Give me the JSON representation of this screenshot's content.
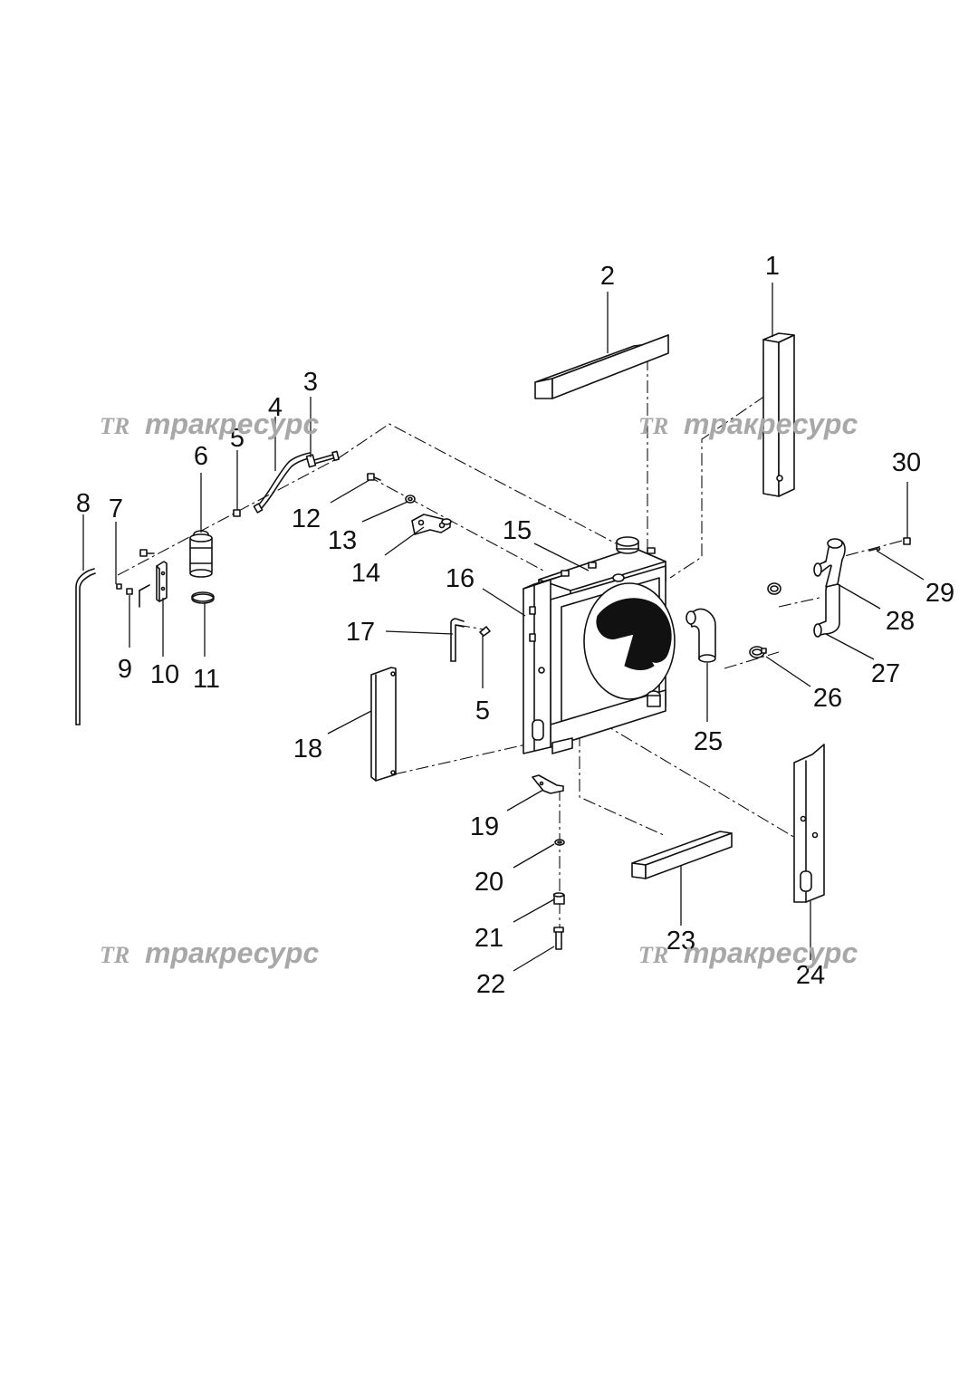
{
  "watermarks": [
    {
      "logo": "TR",
      "text": "тракресурс"
    },
    {
      "logo": "TR",
      "text": "тракресурс"
    },
    {
      "logo": "TR",
      "text": "тракресурс"
    },
    {
      "logo": "TR",
      "text": "тракресурс"
    }
  ],
  "callouts": [
    {
      "label": "1"
    },
    {
      "label": "2"
    },
    {
      "label": "3"
    },
    {
      "label": "4"
    },
    {
      "label": "5"
    },
    {
      "label": "6"
    },
    {
      "label": "7"
    },
    {
      "label": "8"
    },
    {
      "label": "9"
    },
    {
      "label": "10"
    },
    {
      "label": "11"
    },
    {
      "label": "12"
    },
    {
      "label": "13"
    },
    {
      "label": "14"
    },
    {
      "label": "15"
    },
    {
      "label": "16"
    },
    {
      "label": "17"
    },
    {
      "label": "5"
    },
    {
      "label": "18"
    },
    {
      "label": "19"
    },
    {
      "label": "20"
    },
    {
      "label": "21"
    },
    {
      "label": "22"
    },
    {
      "label": "23"
    },
    {
      "label": "24"
    },
    {
      "label": "25"
    },
    {
      "label": "26"
    },
    {
      "label": "27"
    },
    {
      "label": "28"
    },
    {
      "label": "29"
    },
    {
      "label": "30"
    }
  ]
}
